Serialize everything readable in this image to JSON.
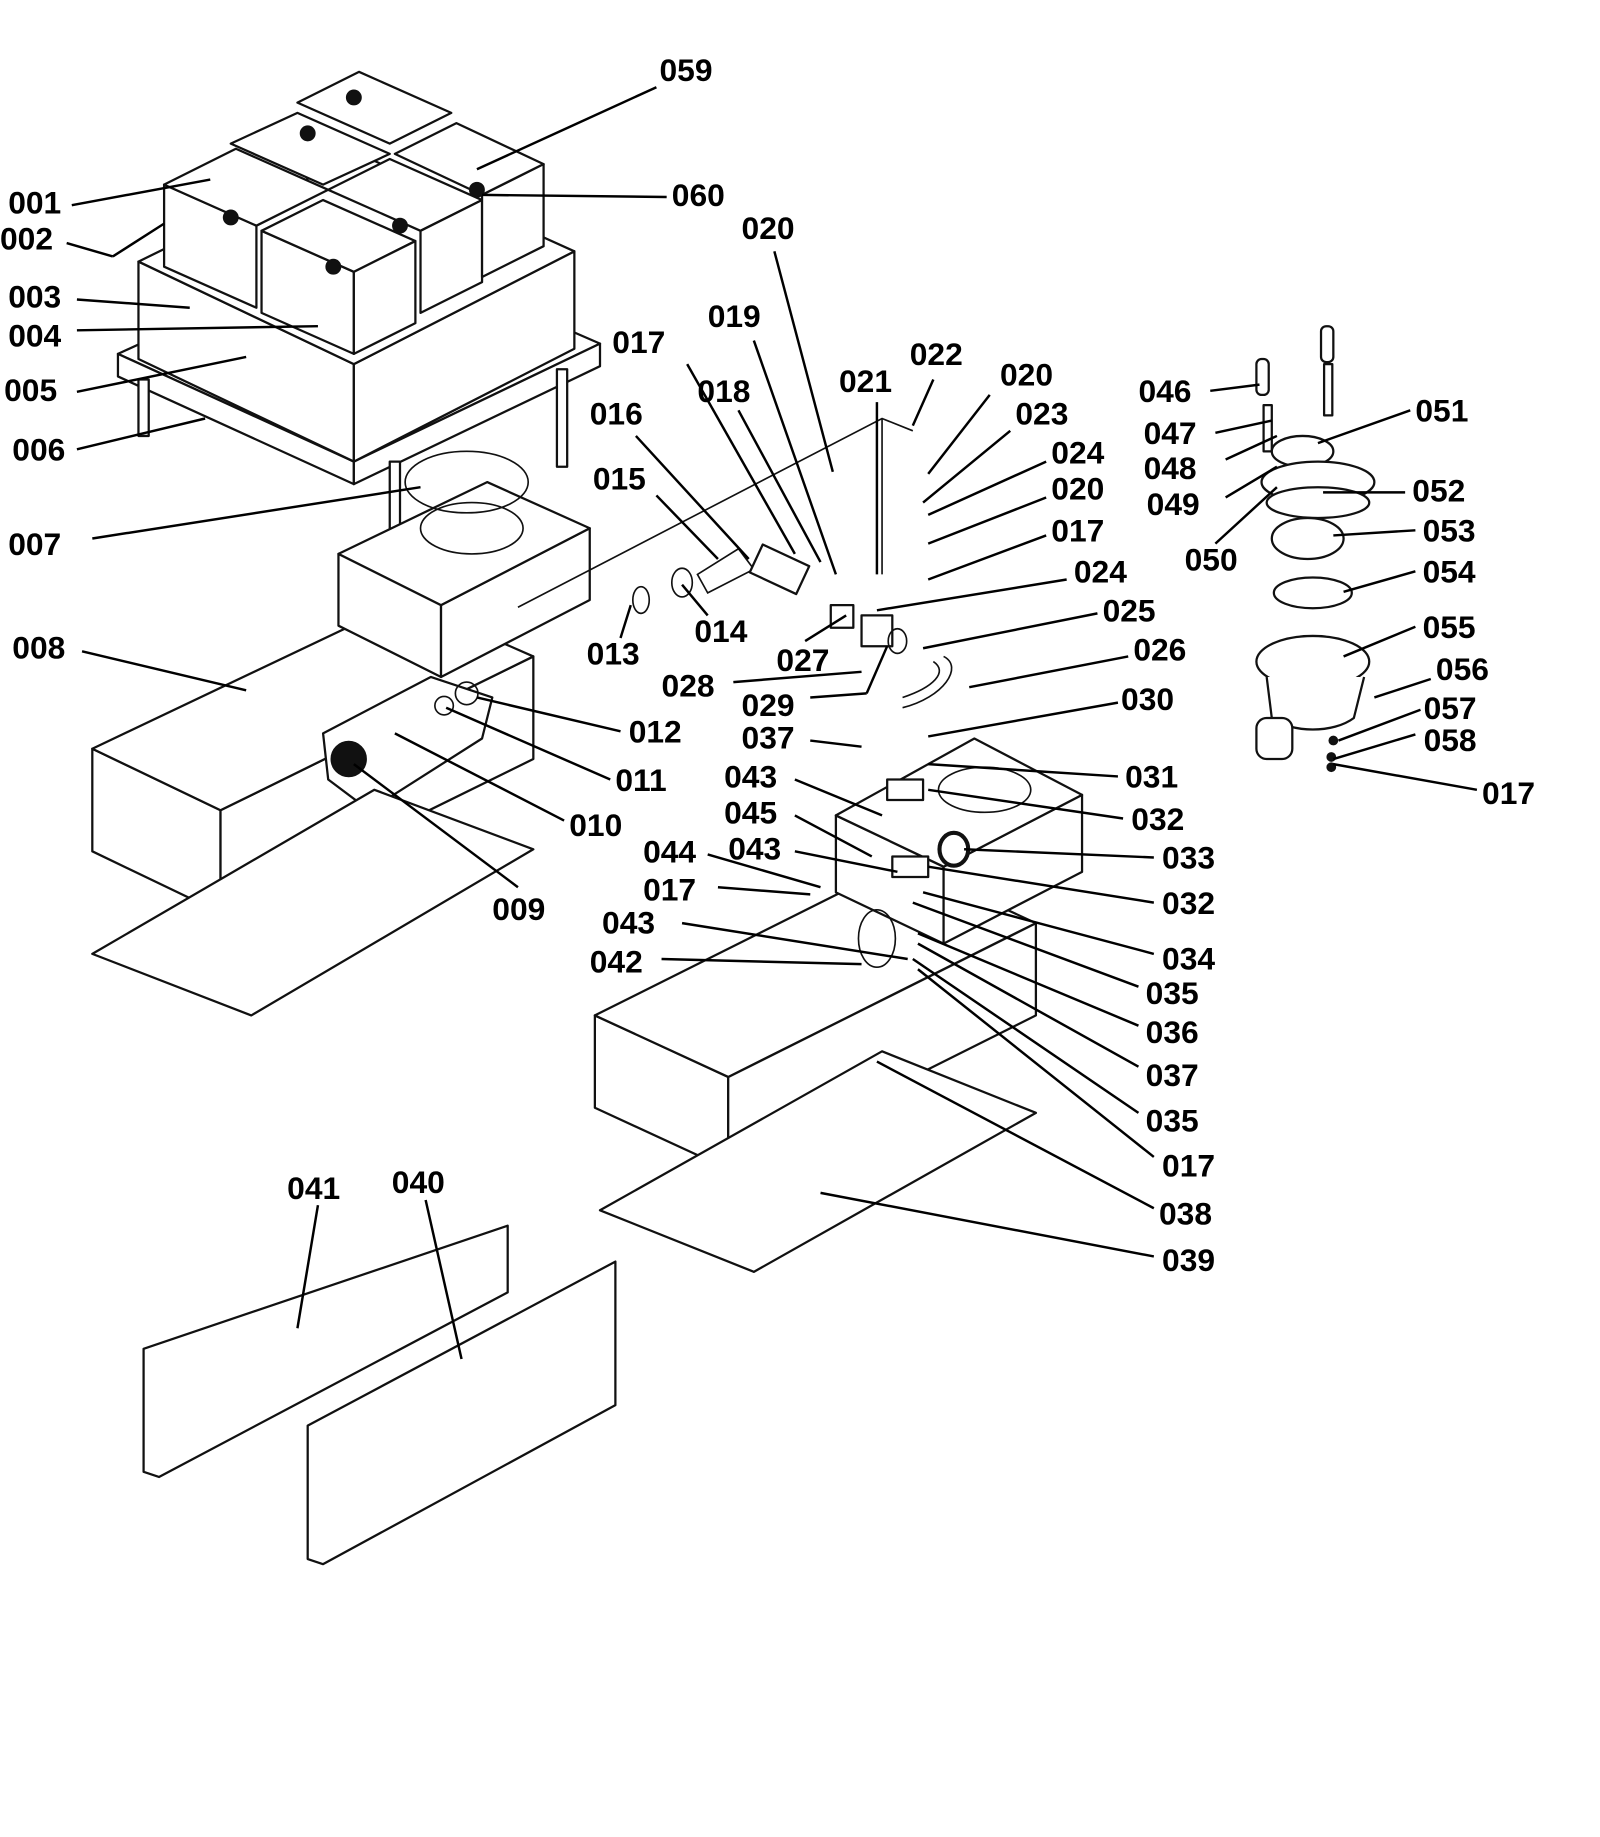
{
  "diagram": {
    "type": "exploded parts diagram",
    "background": "#ffffff",
    "ink_color": "#000000",
    "callouts": [
      "059",
      "001",
      "002",
      "003",
      "004",
      "005",
      "006",
      "007",
      "008",
      "060",
      "020",
      "019",
      "017",
      "018",
      "016",
      "015",
      "021",
      "022",
      "020",
      "023",
      "024",
      "020",
      "017",
      "024",
      "025",
      "026",
      "030",
      "013",
      "014",
      "027",
      "028",
      "029",
      "012",
      "011",
      "010",
      "009",
      "037",
      "043",
      "045",
      "043",
      "044",
      "017",
      "043",
      "042",
      "031",
      "032",
      "033",
      "032",
      "034",
      "035",
      "036",
      "037",
      "035",
      "017",
      "038",
      "039",
      "041",
      "040",
      "046",
      "047",
      "048",
      "049",
      "050",
      "051",
      "052",
      "053",
      "054",
      "055",
      "056",
      "057",
      "058",
      "017"
    ]
  }
}
